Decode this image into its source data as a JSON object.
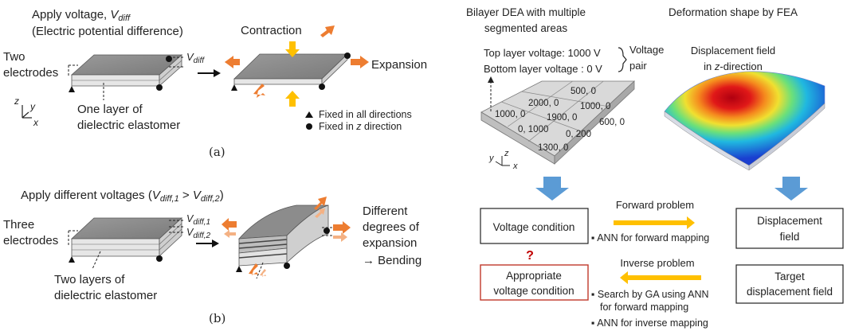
{
  "colors": {
    "orange": "#ED7D31",
    "yellow": "#FFC000",
    "light_orange": "#F4B183",
    "blue": "#5B9BD5",
    "red_mark": "#C00000",
    "plate_top": "#8C8C8C",
    "grid_plate": "#D9D9D9"
  },
  "panel_a": {
    "title_line1": "Apply voltage, ",
    "title_v": "V",
    "title_sub": "diff",
    "title_line2": "(Electric potential difference)",
    "label_two": "Two",
    "label_electrodes": "electrodes",
    "label_vdiff": "V",
    "label_vdiff_sub": "diff",
    "label_one_layer": "One layer of",
    "label_dielectric": "dielectric elastomer",
    "label_contraction": "Contraction",
    "label_expansion": "Expansion",
    "legend_fixed_all": "Fixed in all directions",
    "legend_fixed_z_prefix": "Fixed in ",
    "legend_fixed_z_italic": "z",
    "legend_fixed_z_suffix": " direction",
    "axis_z": "z",
    "axis_y": "y",
    "axis_x": "x",
    "caption": "(a)"
  },
  "panel_b": {
    "title_prefix": "Apply different voltages (",
    "title_v1": "V",
    "title_v1_sub": "diff,1",
    "title_gt": " > ",
    "title_v2": "V",
    "title_v2_sub": "diff,2",
    "title_suffix": ")",
    "label_three": "Three",
    "label_electrodes": "electrodes",
    "label_v1": "V",
    "label_v1_sub": "diff,1",
    "label_v2": "V",
    "label_v2_sub": "diff,2",
    "label_two_layers": "Two layers of",
    "label_dielectric": "dielectric elastomer",
    "label_different": "Different",
    "label_degrees": "degrees of",
    "label_expansion": "expansion",
    "label_bending": "→ Bending",
    "caption": "(b)"
  },
  "right": {
    "bilayer_title1": "Bilayer DEA with multiple",
    "bilayer_title2": "segmented areas",
    "fea_title": "Deformation shape by FEA",
    "top_voltage": "Top layer voltage: 1000 V",
    "bottom_voltage": "Bottom layer voltage  : 0 V",
    "voltage_pair1": "Voltage",
    "voltage_pair2": "pair",
    "disp_title1": "Displacement field",
    "disp_title2_prefix": "in ",
    "disp_title2_italic": "z",
    "disp_title2_suffix": "-direction",
    "grid_cells": [
      "500, 0",
      "2000, 0",
      "1000, 0",
      "1000, 0",
      "1900, 0",
      "600, 0",
      "0, 1000",
      "0, 200",
      "1300, 0"
    ],
    "axis_z": "z",
    "axis_y": "y",
    "axis_x": "x",
    "voltage_condition": "Voltage condition",
    "forward_problem": "Forward problem",
    "ann_forward": "▪ ANN for forward mapping",
    "displacement1": "Displacement",
    "displacement2": "field",
    "question_mark": "?",
    "appropriate1": "Appropriate",
    "appropriate2": "voltage condition",
    "inverse_problem": "Inverse problem",
    "search1": "▪ Search by GA using ANN",
    "search2": "for forward mapping",
    "ann_inverse": "▪ ANN for inverse mapping",
    "target1": "Target",
    "target2": "displacement field"
  }
}
